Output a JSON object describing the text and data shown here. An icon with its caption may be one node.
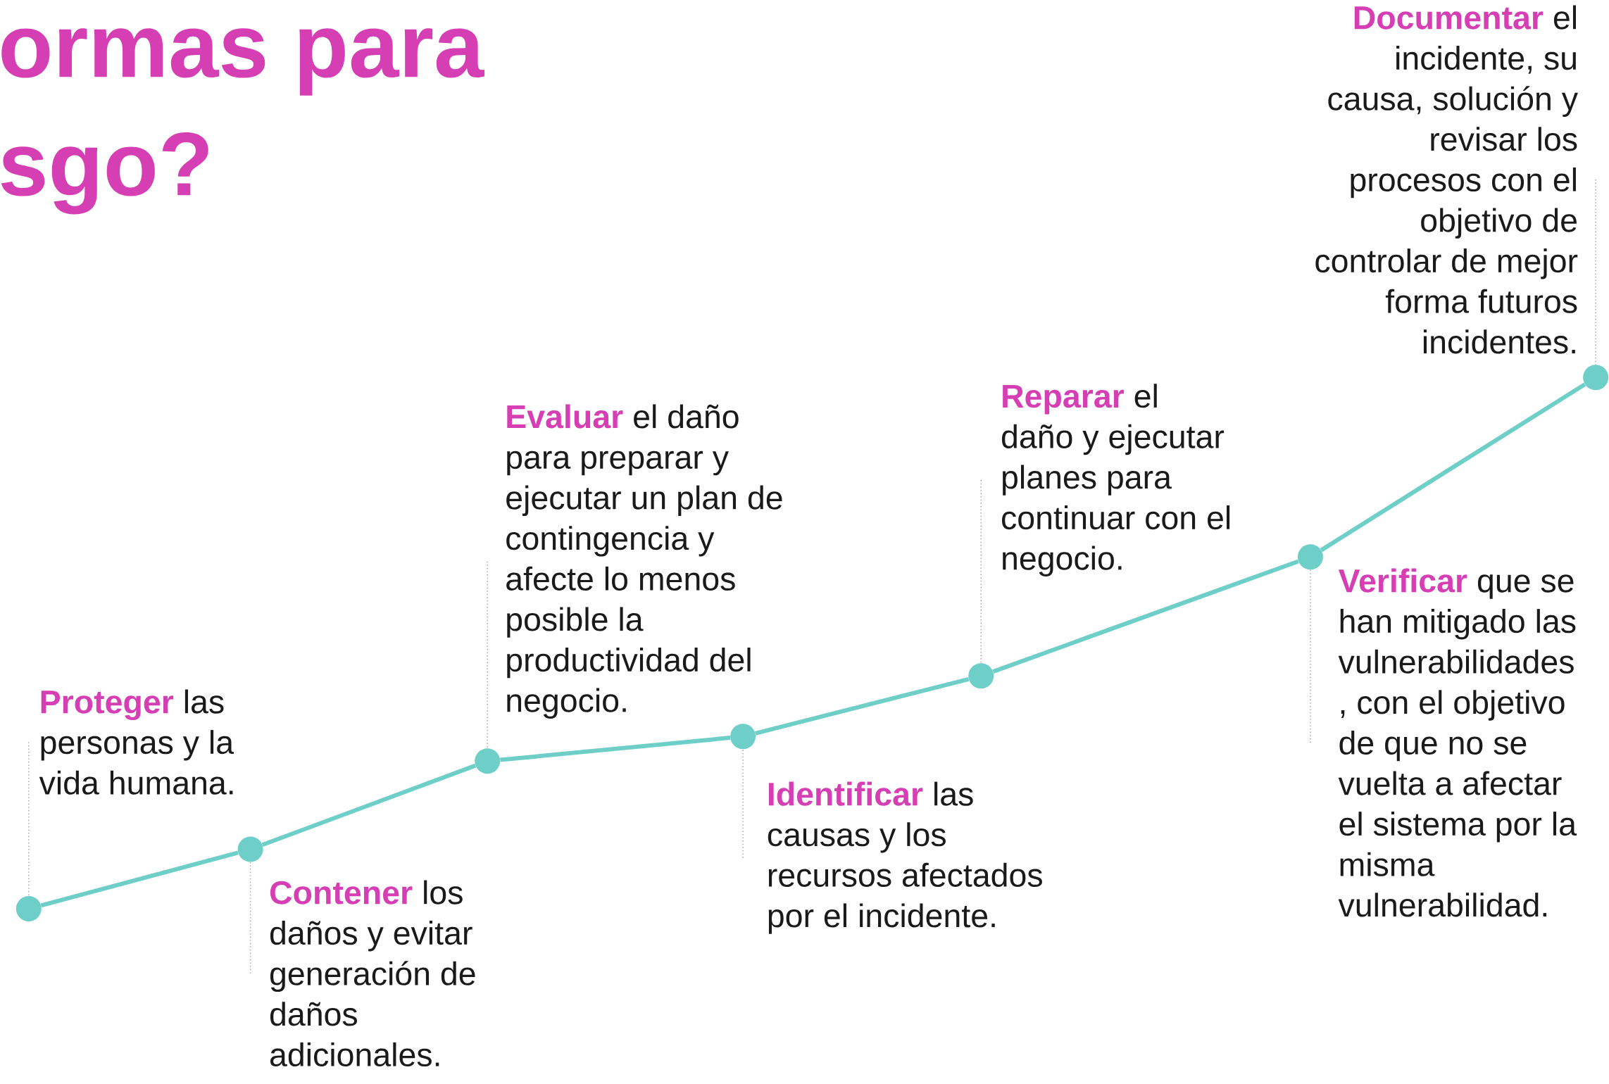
{
  "diagram": {
    "title": "ormas para sgo?",
    "nodes": [
      {
        "text": [
          "**Proteger** las personas y la vida humana."
        ]
      },
      {
        "text": [
          "**Contener** los daños y evitar generación de daños adicionales."
        ]
      },
      {
        "text": [
          "**Evaluar** el daño para preparar y ejecutar un plan de contingencia y afecte lo menos posible la productividad del negocio."
        ]
      },
      {
        "text": [
          "**Identificar** las causas y los recursos afectados por el incidente."
        ]
      },
      {
        "text": [
          "**Reparar** el daño y ejecutar planes para continuar con el negocio."
        ]
      },
      {
        "text": [
          "**Verificar** que se han mitigado las vulnerabilidades , con el objetivo de que no se vuelta a afectar el sistema por la misma vulnerabilidad."
        ]
      },
      {
        "text": [
          "**Documentar** el incidente, su causa, solución y revisar los procesos con el objetivo de controlar de mejor forma futuros incidentes."
        ]
      },
      {
        "text": [],
        "shape": "circle"
      },
      {
        "text": [],
        "shape": "circle"
      },
      {
        "text": [],
        "shape": "circle"
      },
      {
        "text": [],
        "shape": "circle"
      },
      {
        "text": [],
        "shape": "circle"
      },
      {
        "text": [],
        "shape": "circle"
      },
      {
        "text": [],
        "shape": "circle"
      }
    ],
    "edges": [
      {
        "from": 7,
        "to": 8,
        "arrow": "none",
        "style": "thick"
      },
      {
        "from": 8,
        "to": 9,
        "arrow": "none",
        "style": "thick"
      },
      {
        "from": 9,
        "to": 10,
        "arrow": "none",
        "style": "thick"
      },
      {
        "from": 10,
        "to": 11,
        "arrow": "none",
        "style": "thick"
      },
      {
        "from": 11,
        "to": 12,
        "arrow": "none",
        "style": "thick"
      },
      {
        "from": 12,
        "to": 13,
        "arrow": "none",
        "style": "thick"
      },
      {
        "from": 0,
        "to": 7,
        "arrow": "none",
        "style": "dashed",
        "color": "#b0b0b0"
      },
      {
        "from": 1,
        "to": 8,
        "arrow": "none",
        "style": "dashed",
        "color": "#b0b0b0"
      },
      {
        "from": 2,
        "to": 9,
        "arrow": "none",
        "style": "dashed",
        "color": "#b0b0b0"
      },
      {
        "from": 3,
        "to": 10,
        "arrow": "none",
        "style": "dashed",
        "color": "#b0b0b0"
      },
      {
        "from": 4,
        "to": 11,
        "arrow": "none",
        "style": "dashed",
        "color": "#b0b0b0"
      },
      {
        "from": 5,
        "to": 12,
        "arrow": "none",
        "style": "dashed",
        "color": "#b0b0b0"
      },
      {
        "from": 6,
        "to": 13,
        "arrow": "none",
        "style": "dashed",
        "color": "#b0b0b0"
      }
    ]
  }
}
